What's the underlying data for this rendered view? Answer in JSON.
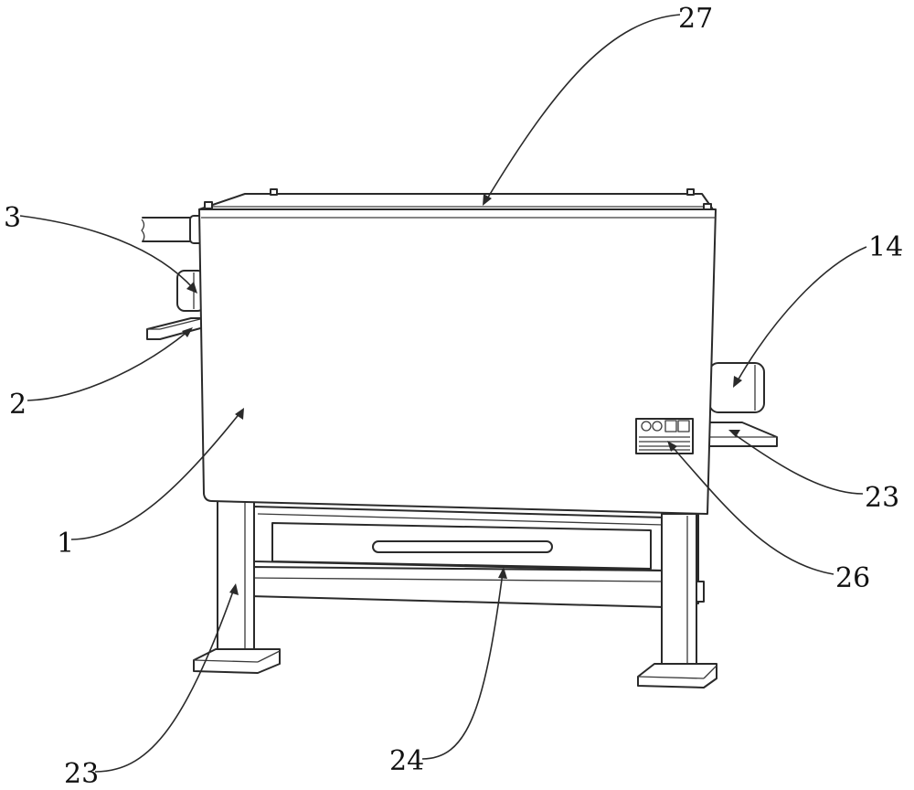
{
  "callouts": {
    "c27": "27",
    "c3": "3",
    "c14": "14",
    "c2": "2",
    "c23_right": "23",
    "c1": "1",
    "c26": "26",
    "c23_left": "23",
    "c24": "24"
  }
}
